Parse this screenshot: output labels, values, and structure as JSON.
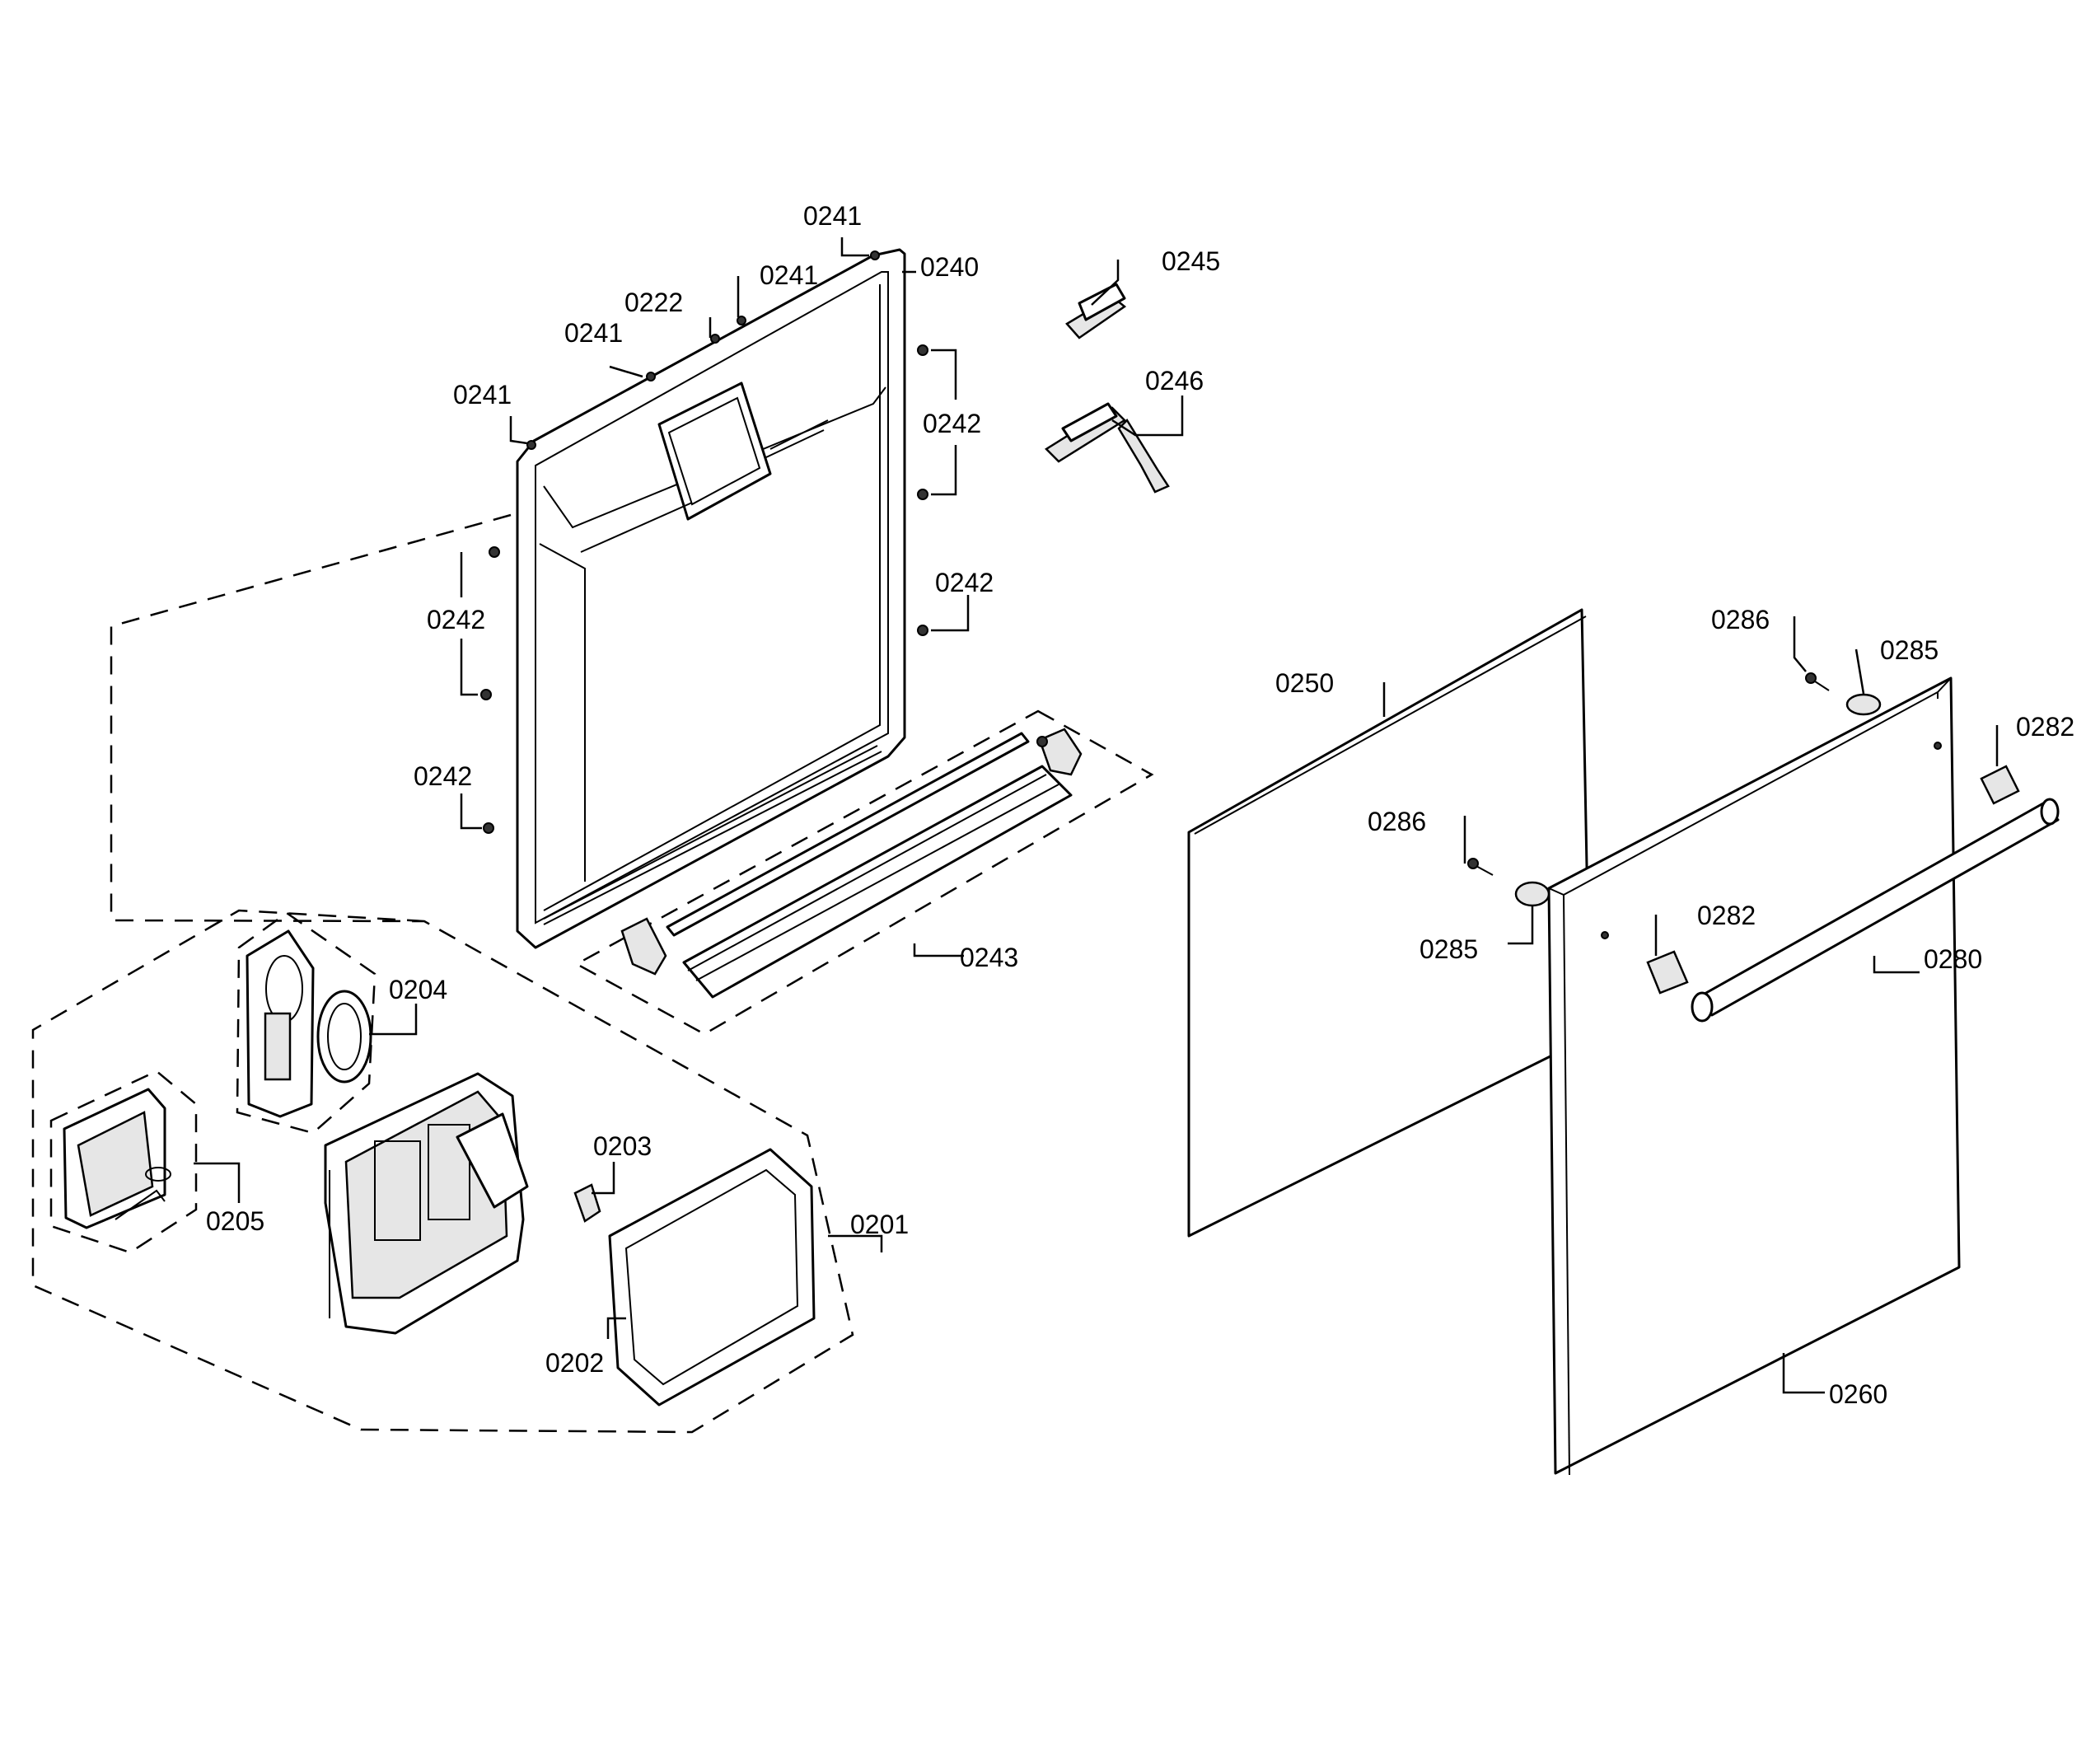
{
  "callouts": [
    {
      "id": "0241-a",
      "text": "0241"
    },
    {
      "id": "0241-b",
      "text": "0241"
    },
    {
      "id": "0241-c",
      "text": "0241"
    },
    {
      "id": "0241-d",
      "text": "0241"
    },
    {
      "id": "0222",
      "text": "0222"
    },
    {
      "id": "0240",
      "text": "0240"
    },
    {
      "id": "0245",
      "text": "0245"
    },
    {
      "id": "0246",
      "text": "0246"
    },
    {
      "id": "0242-a",
      "text": "0242"
    },
    {
      "id": "0242-b",
      "text": "0242"
    },
    {
      "id": "0242-c",
      "text": "0242"
    },
    {
      "id": "0242-d",
      "text": "0242"
    },
    {
      "id": "0243",
      "text": "0243"
    },
    {
      "id": "0204",
      "text": "0204"
    },
    {
      "id": "0205",
      "text": "0205"
    },
    {
      "id": "0203",
      "text": "0203"
    },
    {
      "id": "0201",
      "text": "0201"
    },
    {
      "id": "0202",
      "text": "0202"
    },
    {
      "id": "0250",
      "text": "0250"
    },
    {
      "id": "0286-a",
      "text": "0286"
    },
    {
      "id": "0285-a",
      "text": "0285"
    },
    {
      "id": "0286-b",
      "text": "0286"
    },
    {
      "id": "0285-b",
      "text": "0285"
    },
    {
      "id": "0282-a",
      "text": "0282"
    },
    {
      "id": "0282-b",
      "text": "0282"
    },
    {
      "id": "0280",
      "text": "0280"
    },
    {
      "id": "0260",
      "text": "0260"
    }
  ]
}
